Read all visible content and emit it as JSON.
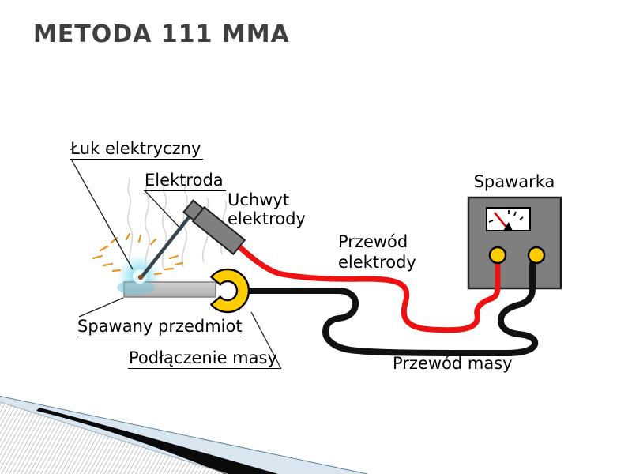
{
  "slide": {
    "title": "METODA 111 MMA",
    "background": "#ffffff"
  },
  "diagram": {
    "labels": {
      "arc": "Łuk elektryczny",
      "electrode": "Elektroda",
      "holder": "Uchwyt elektrody",
      "electrode_cable": "Przewód elektrody",
      "welder": "Spawarka",
      "workpiece": "Spawany przedmiot",
      "ground_connection": "Podłączenie masy",
      "ground_cable": "Przewód masy"
    },
    "colors": {
      "electrode_cable": "#ee1111",
      "ground_cable": "#111111",
      "clamp": "#ffcc00",
      "terminal": "#ffcc00",
      "machine_body": "#7f7f7f",
      "holder_body": "#7f7f7f",
      "workpiece": "#c2c2c2",
      "arc_glow": "#93e2f0",
      "spark": "#e8941e",
      "needle": "#dd0000",
      "decoration_blue": "#d9e6ef"
    }
  }
}
